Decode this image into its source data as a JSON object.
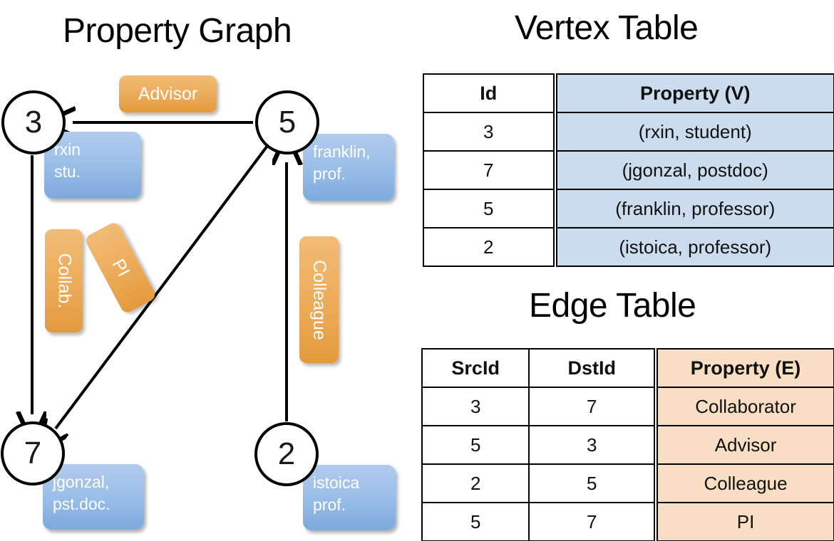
{
  "titles": {
    "property_graph": "Property Graph",
    "vertex_table": "Vertex Table",
    "edge_table": "Edge Table"
  },
  "graph": {
    "nodes": [
      {
        "id": "3",
        "name": "node-3",
        "property_lines": [
          "rxin",
          "stu."
        ]
      },
      {
        "id": "5",
        "name": "node-5",
        "property_lines": [
          "franklin,",
          "prof."
        ]
      },
      {
        "id": "7",
        "name": "node-7",
        "property_lines": [
          "jgonzal,",
          "pst.doc."
        ]
      },
      {
        "id": "2",
        "name": "node-2",
        "property_lines": [
          "istoica",
          "prof."
        ]
      }
    ],
    "node_labels": {
      "n3": "3",
      "n5": "5",
      "n7": "7",
      "n2": "2"
    },
    "property_boxes": {
      "rxin_line1": "rxin",
      "rxin_line2": "stu.",
      "franklin_line1": "franklin,",
      "franklin_line2": "prof.",
      "jgonzal_line1": "jgonzal,",
      "jgonzal_line2": "pst.doc.",
      "istoica_line1": "istoica",
      "istoica_line2": "prof."
    },
    "edge_labels": {
      "advisor": "Advisor",
      "collab": "Collab.",
      "pi": "PI",
      "colleague": "Colleague"
    },
    "edges": [
      {
        "from": "5",
        "to": "3",
        "label": "Advisor"
      },
      {
        "from": "3",
        "to": "7",
        "label": "Collab."
      },
      {
        "from": "5",
        "to": "7",
        "label": "PI"
      },
      {
        "from": "2",
        "to": "5",
        "label": "Colleague"
      }
    ]
  },
  "vertex_table": {
    "headers": [
      "Id",
      "Property (V)"
    ],
    "rows": [
      {
        "id": "3",
        "property": "(rxin, student)"
      },
      {
        "id": "7",
        "property": "(jgonzal, postdoc)"
      },
      {
        "id": "5",
        "property": "(franklin, professor)"
      },
      {
        "id": "2",
        "property": "(istoica, professor)"
      }
    ]
  },
  "edge_table": {
    "headers": [
      "SrcId",
      "DstId",
      "Property (E)"
    ],
    "rows": [
      {
        "src": "3",
        "dst": "7",
        "property": "Collaborator"
      },
      {
        "src": "5",
        "dst": "3",
        "property": "Advisor"
      },
      {
        "src": "2",
        "dst": "5",
        "property": "Colleague"
      },
      {
        "src": "5",
        "dst": "7",
        "property": "PI"
      }
    ]
  },
  "colors": {
    "vertex_property_fill": "#ccdcef",
    "edge_property_fill": "#f8dfc4",
    "node_box_blue": "#9dc0e9",
    "edge_label_orange": "#eeae5e",
    "stroke": "#000000",
    "background": "#ffffff"
  }
}
